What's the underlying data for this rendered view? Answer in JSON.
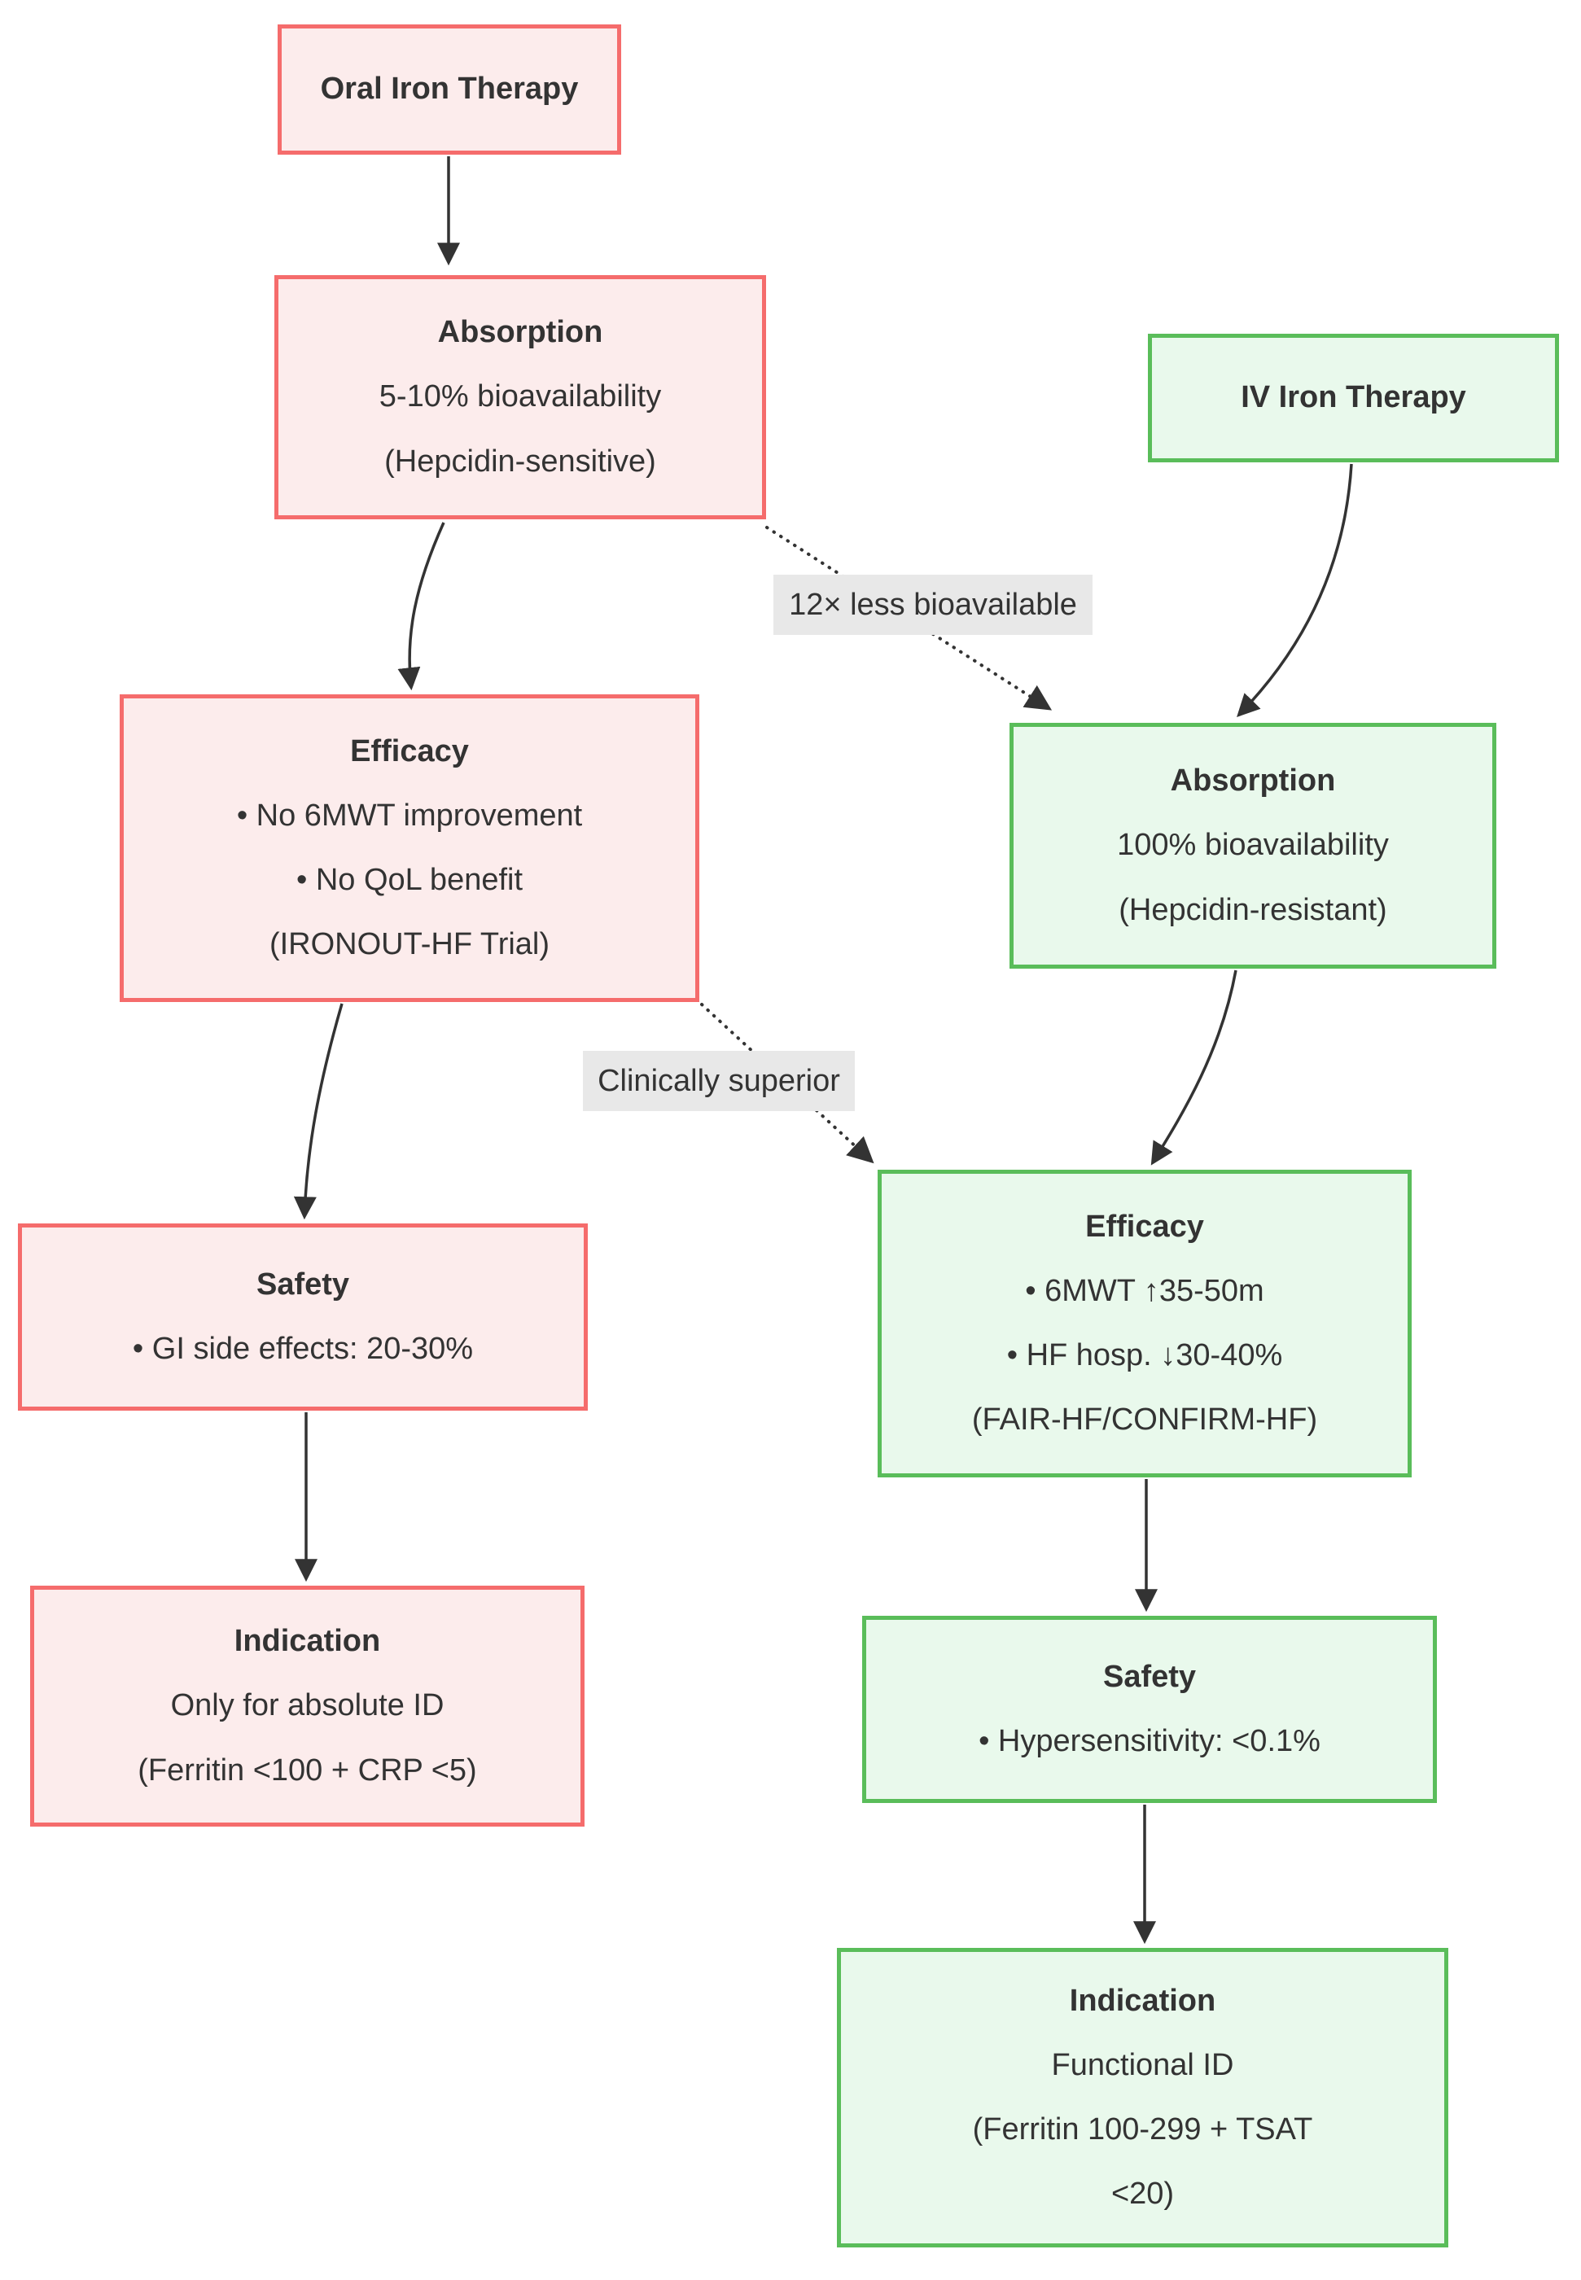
{
  "diagram": {
    "type": "flowchart-comparison",
    "left_branch_theme": "oral (red)",
    "right_branch_theme": "iv (green)"
  },
  "nodes": {
    "oral_therapy": {
      "title": "Oral Iron Therapy",
      "details": []
    },
    "oral_absorption": {
      "title": "Absorption",
      "details": [
        "5-10% bioavailability",
        "(Hepcidin-sensitive)"
      ]
    },
    "iv_therapy": {
      "title": "IV Iron Therapy",
      "details": []
    },
    "iv_absorption": {
      "title": "Absorption",
      "details": [
        "100% bioavailability",
        "(Hepcidin-resistant)"
      ]
    },
    "oral_efficacy": {
      "title": "Efficacy",
      "details": [
        "• No 6MWT improvement",
        "• No QoL benefit",
        "(IRONOUT-HF Trial)"
      ]
    },
    "iv_efficacy": {
      "title": "Efficacy",
      "details": [
        "• 6MWT ↑35-50m",
        "• HF hosp. ↓30-40%",
        "(FAIR-HF/CONFIRM-HF)"
      ]
    },
    "oral_safety": {
      "title": "Safety",
      "details": [
        "• GI side effects: 20-30%"
      ]
    },
    "iv_safety": {
      "title": "Safety",
      "details": [
        "• Hypersensitivity: <0.1%"
      ]
    },
    "oral_indication": {
      "title": "Indication",
      "details": [
        "Only for absolute ID",
        "(Ferritin <100 + CRP <5)"
      ]
    },
    "iv_indication": {
      "title": "Indication",
      "details": [
        "Functional ID",
        "(Ferritin 100-299 + TSAT",
        "<20)"
      ]
    }
  },
  "edges": {
    "bioavailability": {
      "label": "12× less bioavailable",
      "from": "oral_absorption",
      "to": "iv_absorption",
      "style": "dotted"
    },
    "superiority": {
      "label": "Clinically superior",
      "from": "oral_efficacy",
      "to": "iv_efficacy",
      "style": "dotted"
    }
  },
  "colors": {
    "oral_border": "#f56c6c",
    "oral_fill": "#fcecec",
    "iv_border": "#5abd5a",
    "iv_fill": "#e9f9ec",
    "edge": "#333333",
    "edge_label_bg": "#e8e8e8",
    "text": "#333333"
  }
}
